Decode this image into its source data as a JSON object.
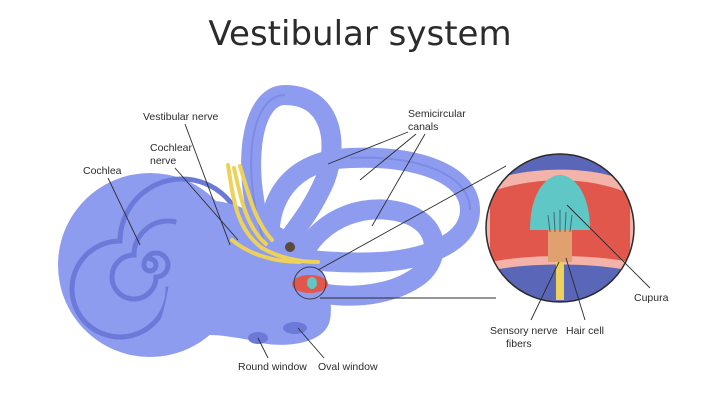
{
  "title": "Vestibular system",
  "labels": {
    "cochlea": "Cochlea",
    "vestibular_nerve": "Vestibular nerve",
    "cochlear_nerve_1": "Cochlear",
    "cochlear_nerve_2": "nerve",
    "semicircular_1": "Semicircular",
    "semicircular_2": "canals",
    "cupura": "Cupura",
    "sensory_1": "Sensory nerve",
    "sensory_2": "fibers",
    "hair_cell": "Hair cell",
    "round_window": "Round window",
    "oval_window": "Oval window"
  },
  "colors": {
    "labyrinth": "#8e9cf0",
    "labyrinth_dark": "#6b7ad8",
    "nerve": "#ecd25a",
    "ampulla": "#e2574c",
    "cupula": "#5fc7c6"
  }
}
